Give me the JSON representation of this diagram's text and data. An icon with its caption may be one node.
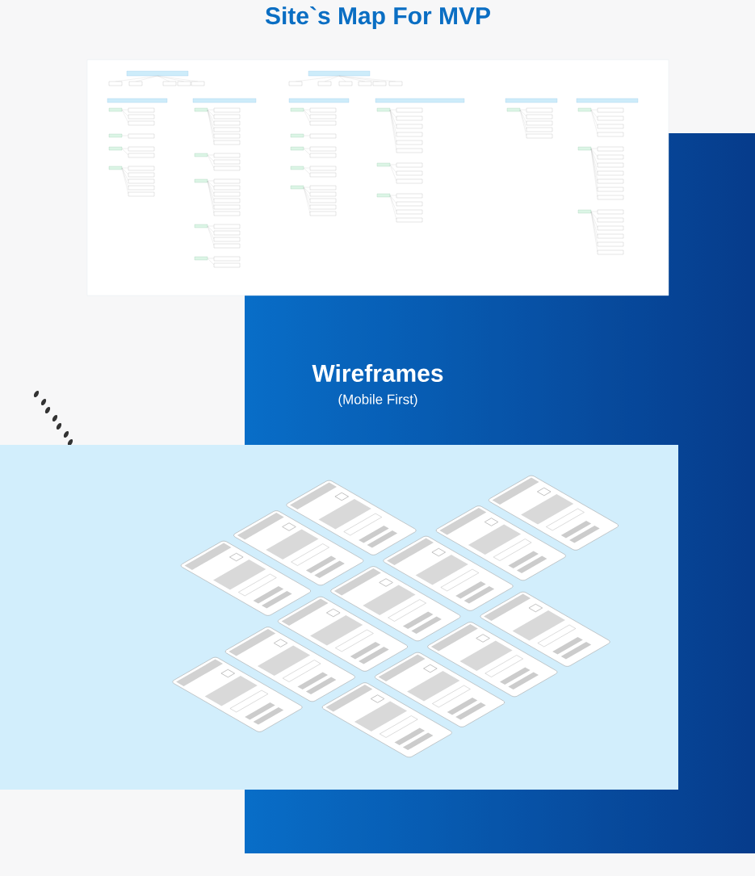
{
  "diagram": {
    "title": "Site`s Map For MVP",
    "labels": [
      "Wireframes",
      "(Mobile First)"
    ]
  }
}
